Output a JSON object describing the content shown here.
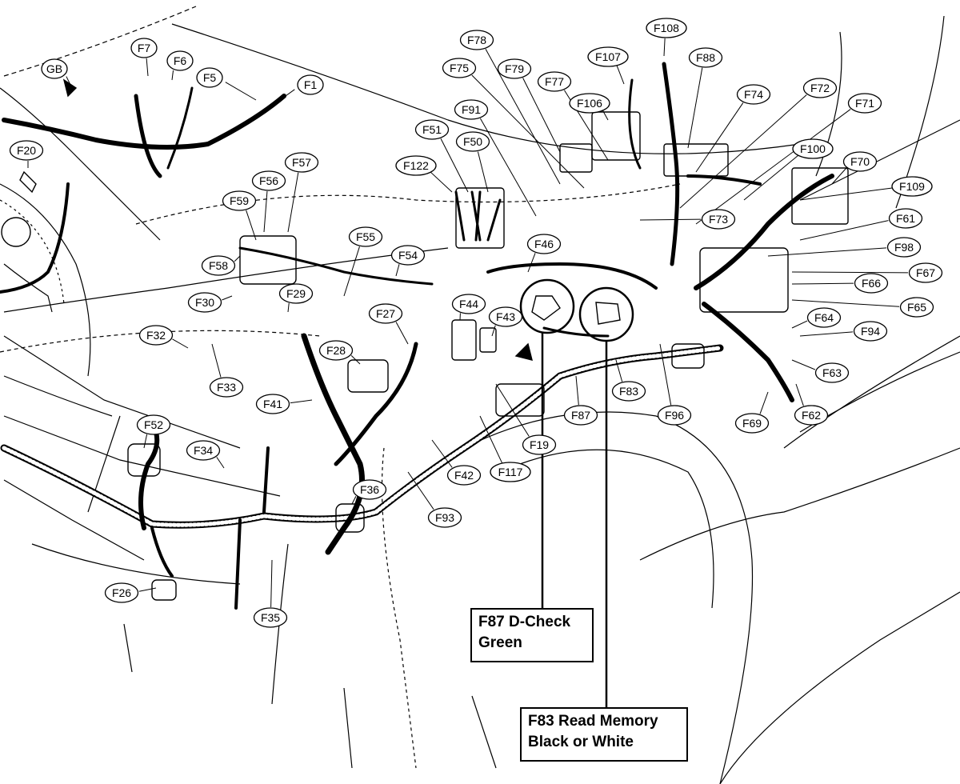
{
  "diagram": {
    "connectors": [
      "GB",
      "F7",
      "F6",
      "F5",
      "F1",
      "F20",
      "F78",
      "F75",
      "F79",
      "F77",
      "F107",
      "F108",
      "F88",
      "F106",
      "F74",
      "F72",
      "F71",
      "F91",
      "F51",
      "F50",
      "F122",
      "F100",
      "F70",
      "F109",
      "F73",
      "F61",
      "F98",
      "F67",
      "F66",
      "F65",
      "F64",
      "F94",
      "F63",
      "F62",
      "F69",
      "F96",
      "F83",
      "F87",
      "F19",
      "F117",
      "F93",
      "F42",
      "F36",
      "F35",
      "F26",
      "F52",
      "F34",
      "F41",
      "F33",
      "F32",
      "F30",
      "F29",
      "F28",
      "F27",
      "F44",
      "F43",
      "F46",
      "F54",
      "F55",
      "F56",
      "F57",
      "F59",
      "F58"
    ],
    "callouts": {
      "f87": {
        "line1": "F87 D-Check",
        "line2": "Green"
      },
      "f83": {
        "line1": "F83 Read Memory",
        "line2": "Black or White"
      }
    }
  }
}
